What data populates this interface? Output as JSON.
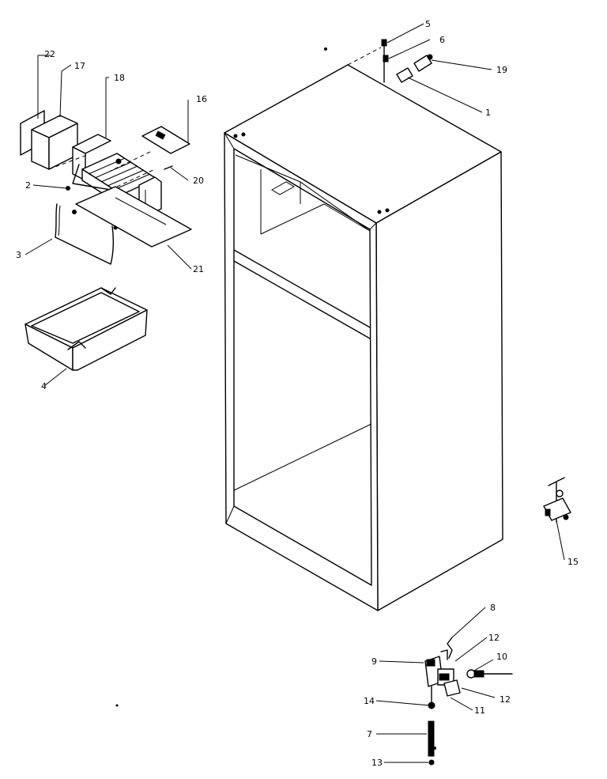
{
  "diagram": {
    "callouts": {
      "c1": "1",
      "c2": "2",
      "c3": "3",
      "c4": "4",
      "c5": "5",
      "c6": "6",
      "c7": "7",
      "c8": "8",
      "c9": "9",
      "c10": "10",
      "c11": "11",
      "c12a": "12",
      "c12b": "12",
      "c13": "13",
      "c14": "14",
      "c15": "15",
      "c16": "16",
      "c17": "17",
      "c18": "18",
      "c19": "19",
      "c20": "20",
      "c21": "21",
      "c22": "22"
    }
  }
}
